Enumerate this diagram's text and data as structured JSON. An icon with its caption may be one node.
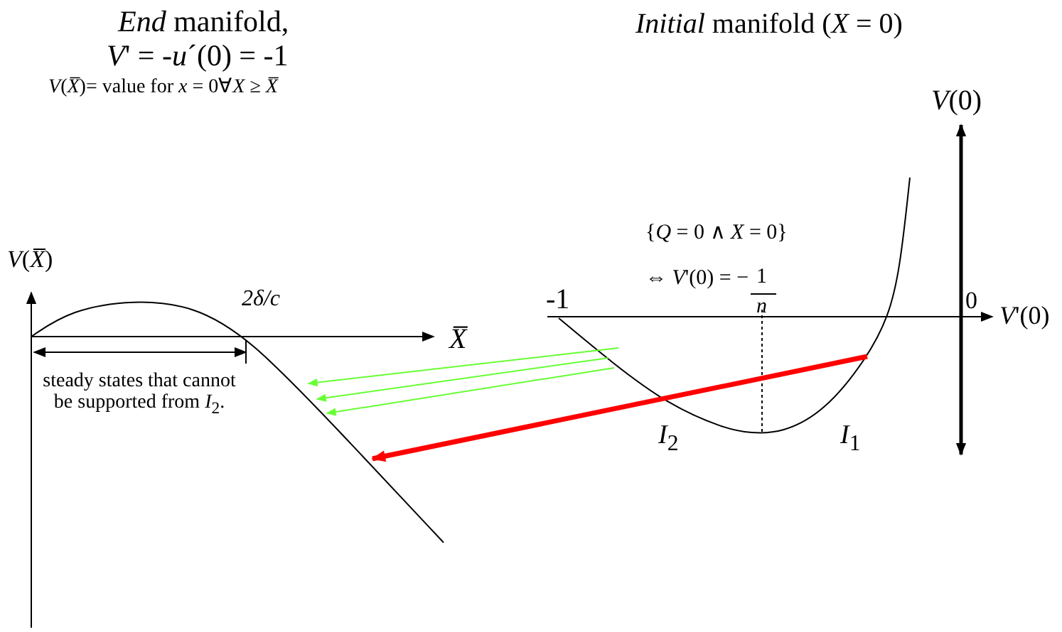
{
  "diagram": {
    "nodes": [
      {
        "text": [],
        "shape": "curve"
      },
      {
        "text": [],
        "shape": "curve"
      }
    ],
    "edges": [
      {
        "from": 1,
        "to": 0,
        "arrow": "to",
        "color": "#66ff33"
      },
      {
        "from": 1,
        "to": 0,
        "arrow": "to",
        "color": "#66ff33"
      },
      {
        "from": 1,
        "to": 0,
        "arrow": "to",
        "color": "#66ff33"
      },
      {
        "from": 1,
        "to": 0,
        "arrow": "to",
        "style": "thick",
        "color": "#ff0000"
      }
    ],
    "labels": [
      "*End* manifold,",
      "*V*' = -*u*´(0) = -1",
      "*V*(*X̅*)= value for *x* = 0∀*X* ≥ *X̅*",
      "*Initial* manifold (*X* = 0)",
      "*V*(0)",
      "*V*(*X̅*)",
      "2δ/c",
      "*X̅*",
      "steady states that cannot be supported from *I*$_{2}$.",
      "{*Q* = 0 ∧ *X* = 0}",
      "⇔ *V*'(0) = −",
      "1",
      "*n*",
      "-1",
      "0",
      "*V*'(0)",
      "*I*$_{2}$",
      "*I*$_{1}$"
    ]
  }
}
